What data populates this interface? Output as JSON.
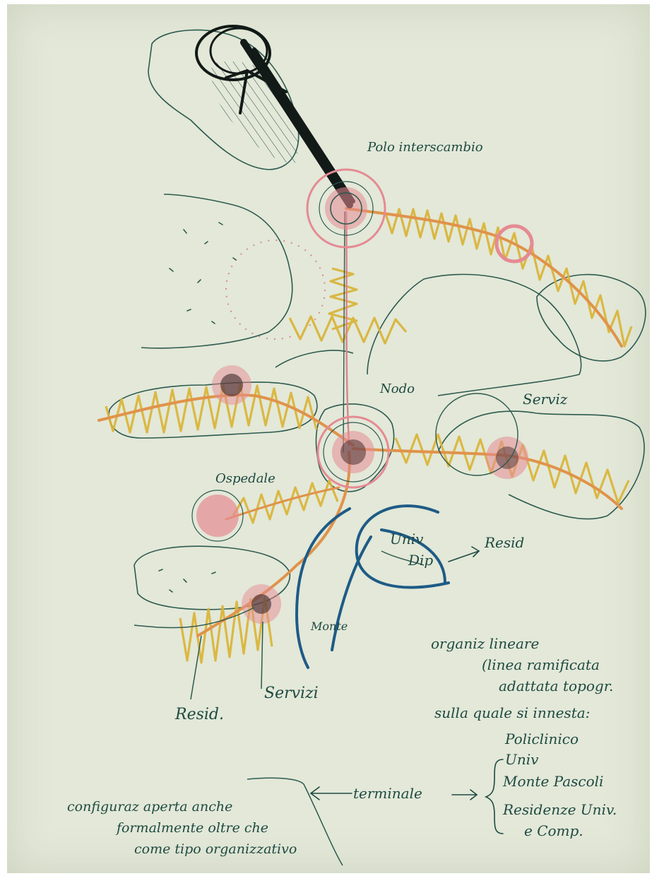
{
  "labels": {
    "polo": "Polo interscambio",
    "nodo": "Nodo",
    "servizi_right": "Serviz",
    "ospedale": "Ospedale",
    "univ": "Univ",
    "dip": "Dip",
    "resid_right": "Resid",
    "monte": "Monte",
    "resid_bottom": "Resid.",
    "servizi_bottom": "Servizi"
  },
  "notes": {
    "lines": [
      "organiz lineare",
      "(linea ramificata",
      "adattata topogr.",
      "sulla quale si innesta:",
      "Policlinico",
      "Univ",
      "Monte Pascoli",
      "Residenze Univ.",
      "e Comp."
    ],
    "terminale": "terminale",
    "config": [
      "configuraz aperta anche",
      "formalmente oltre che",
      "come tipo organizzativo"
    ]
  },
  "colors": {
    "paper": "#e3e8d8",
    "ink_green": "#1e4a42",
    "ink_black": "#121a18",
    "yellow": "#d9b233",
    "orange": "#e0934a",
    "pink": "#e58a93",
    "blue": "#1e5b86"
  }
}
